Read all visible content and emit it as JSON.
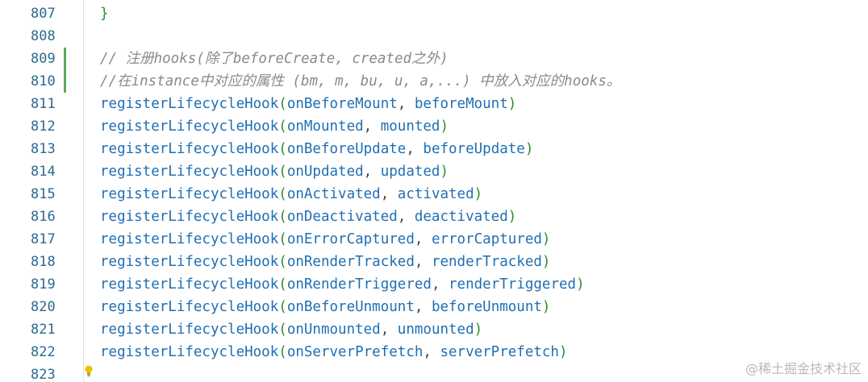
{
  "editor": {
    "lines": [
      {
        "num": "807",
        "kind": "brace",
        "text": "}"
      },
      {
        "num": "808",
        "kind": "blank",
        "text": ""
      },
      {
        "num": "809",
        "kind": "comment",
        "text": "// 注册hooks(除了beforeCreate, created之外)",
        "changed": true
      },
      {
        "num": "810",
        "kind": "comment",
        "text": "//在instance中对应的属性 (bm, m, bu, u, a,...) 中放入对应的hooks。",
        "changed": true
      },
      {
        "num": "811",
        "kind": "call",
        "fn": "registerLifecycleHook",
        "a1": "onBeforeMount",
        "a2": "beforeMount"
      },
      {
        "num": "812",
        "kind": "call",
        "fn": "registerLifecycleHook",
        "a1": "onMounted",
        "a2": "mounted"
      },
      {
        "num": "813",
        "kind": "call",
        "fn": "registerLifecycleHook",
        "a1": "onBeforeUpdate",
        "a2": "beforeUpdate"
      },
      {
        "num": "814",
        "kind": "call",
        "fn": "registerLifecycleHook",
        "a1": "onUpdated",
        "a2": "updated"
      },
      {
        "num": "815",
        "kind": "call",
        "fn": "registerLifecycleHook",
        "a1": "onActivated",
        "a2": "activated"
      },
      {
        "num": "816",
        "kind": "call",
        "fn": "registerLifecycleHook",
        "a1": "onDeactivated",
        "a2": "deactivated"
      },
      {
        "num": "817",
        "kind": "call",
        "fn": "registerLifecycleHook",
        "a1": "onErrorCaptured",
        "a2": "errorCaptured"
      },
      {
        "num": "818",
        "kind": "call",
        "fn": "registerLifecycleHook",
        "a1": "onRenderTracked",
        "a2": "renderTracked"
      },
      {
        "num": "819",
        "kind": "call",
        "fn": "registerLifecycleHook",
        "a1": "onRenderTriggered",
        "a2": "renderTriggered"
      },
      {
        "num": "820",
        "kind": "call",
        "fn": "registerLifecycleHook",
        "a1": "onBeforeUnmount",
        "a2": "beforeUnmount"
      },
      {
        "num": "821",
        "kind": "call",
        "fn": "registerLifecycleHook",
        "a1": "onUnmounted",
        "a2": "unmounted"
      },
      {
        "num": "822",
        "kind": "call",
        "fn": "registerLifecycleHook",
        "a1": "onServerPrefetch",
        "a2": "serverPrefetch"
      },
      {
        "num": "823",
        "kind": "blank",
        "text": ""
      }
    ],
    "lightbulb_icon": "lightbulb-icon"
  },
  "watermark": "@稀土掘金技术社区",
  "colors": {
    "line_number": "#2b6a8f",
    "function": "#1f6fb4",
    "paren": "#2f8a2f",
    "comment": "#8a8a8a",
    "change_bar": "#5fa85f"
  }
}
